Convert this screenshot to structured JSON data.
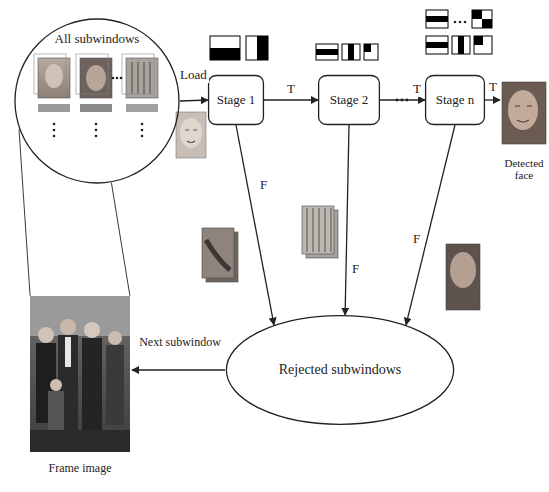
{
  "diagram": {
    "nodes": [
      {
        "text": [
          "All subwindows"
        ]
      },
      {
        "text": [
          "Stage 1"
        ]
      },
      {
        "text": [
          "Stage 2"
        ]
      },
      {
        "text": [
          "Stage n"
        ]
      },
      {
        "text": [
          "Rejected subwindows"
        ]
      },
      {
        "text": [
          "Frame image"
        ]
      },
      {
        "text": [
          "Detected face"
        ]
      }
    ],
    "edges": [
      {
        "from": 0,
        "to": 1,
        "label": "Load",
        "arrow": "to"
      },
      {
        "from": 1,
        "to": 2,
        "label": "T",
        "arrow": "to"
      },
      {
        "from": 2,
        "to": 3,
        "label": "T",
        "arrow": "to"
      },
      {
        "from": 3,
        "to": 6,
        "label": "T",
        "arrow": "to"
      },
      {
        "from": 1,
        "to": 4,
        "label": "F",
        "arrow": "to"
      },
      {
        "from": 2,
        "to": 4,
        "label": "F",
        "arrow": "to"
      },
      {
        "from": 3,
        "to": 4,
        "label": "F",
        "arrow": "to"
      },
      {
        "from": 4,
        "to": 5,
        "label": "Next subwindow",
        "arrow": "to"
      },
      {
        "from": 5,
        "to": 0,
        "arrow": "none"
      },
      {
        "from": 5,
        "to": 0,
        "arrow": "none"
      }
    ]
  }
}
